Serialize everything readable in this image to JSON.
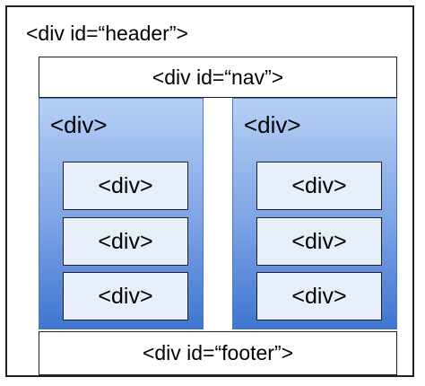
{
  "header": {
    "label": "<div id=“header”>"
  },
  "nav": {
    "label": "<div id=“nav”>"
  },
  "columns": [
    {
      "label": "<div>",
      "children": [
        "<div>",
        "<div>",
        "<div>"
      ]
    },
    {
      "label": "<div>",
      "children": [
        "<div>",
        "<div>",
        "<div>"
      ]
    }
  ],
  "footer": {
    "label": "<div id=“footer”>"
  },
  "colors": {
    "border": "#222222",
    "column_gradient_top": "#b7d0f4",
    "column_gradient_mid": "#7fa5e6",
    "column_gradient_bottom": "#3f75d0",
    "inner_box_fill": "#e6eef9"
  }
}
